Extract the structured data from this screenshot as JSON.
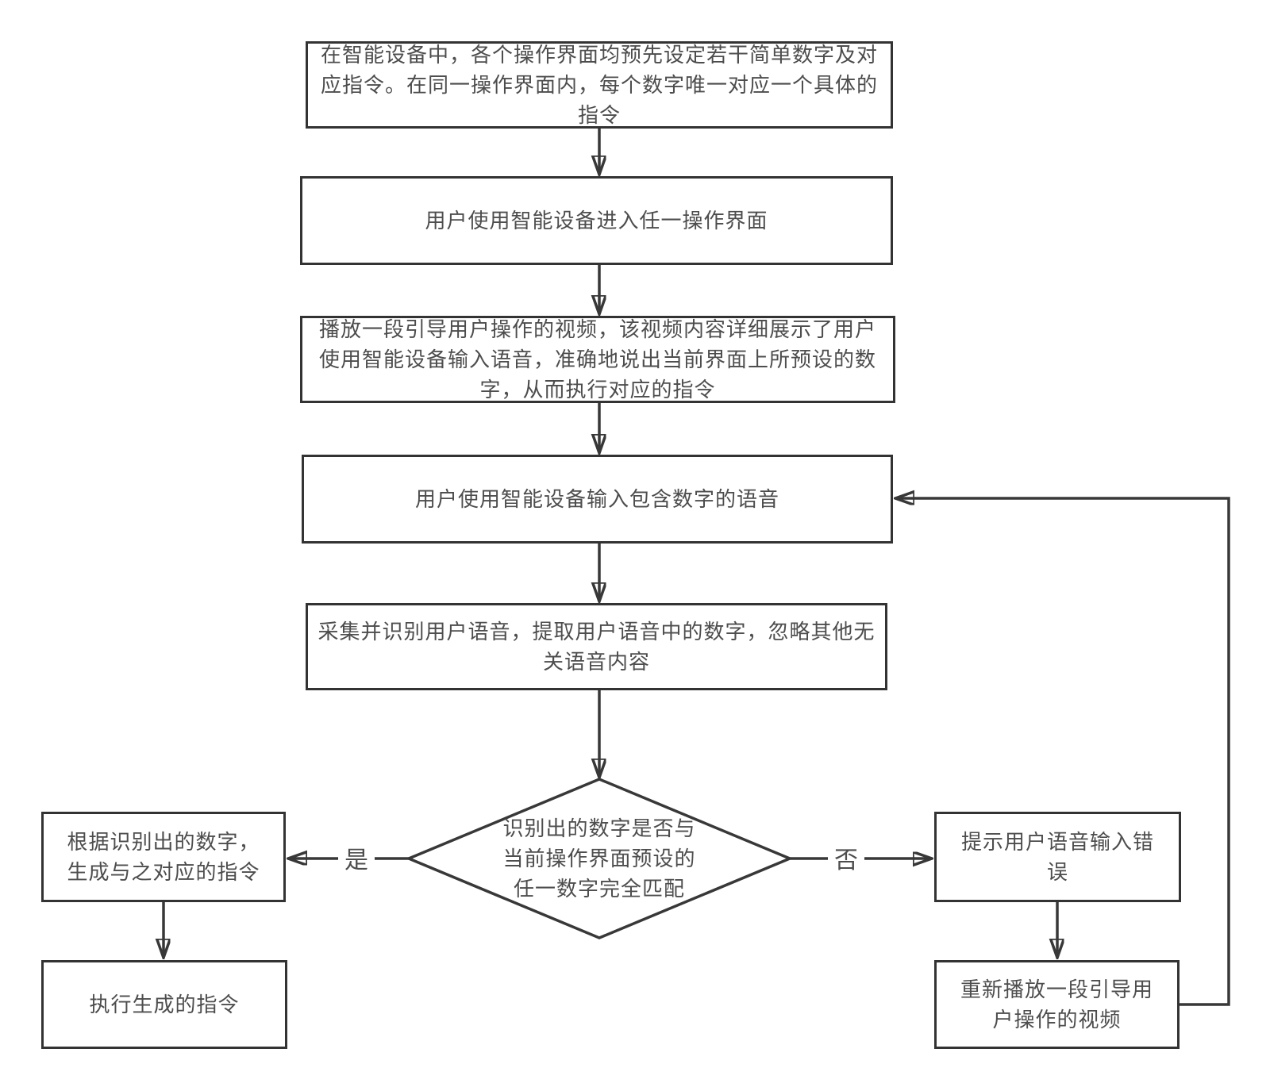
{
  "flowchart": {
    "title": "voice-number-command flow diagram",
    "nodes": {
      "preset": {
        "text": "在智能设备中，各个操作界面均预先设定若干简单数字及对\n应指令。在同一操作界面内，每个数字唯一对应一个具体的\n指令"
      },
      "enter_ui": {
        "text": "用户使用智能设备进入任一操作界面"
      },
      "play_video": {
        "text": "播放一段引导用户操作的视频，该视频内容详细展示了用户\n使用智能设备输入语音，准确地说出当前界面上所预设的数\n字，从而执行对应的指令"
      },
      "input_voice": {
        "text": "用户使用智能设备输入包含数字的语音"
      },
      "recognize": {
        "text": "采集并识别用户语音，提取用户语音中的数字，忽略其他无\n关语音内容"
      },
      "decision": {
        "text": "识别出的数字是否与\n当前操作界面预设的\n任一数字完全匹配"
      },
      "generate_cmd": {
        "text": "根据识别出的数字，\n生成与之对应的指令"
      },
      "execute_cmd": {
        "text": "执行生成的指令"
      },
      "prompt_error": {
        "text": "提示用户语音输入错\n误"
      },
      "replay_video": {
        "text": "重新播放一段引导用\n户操作的视频"
      }
    },
    "edge_labels": {
      "yes": "是",
      "no": "否"
    },
    "colors": {
      "line": "#383838",
      "border": "#333333",
      "text": "#4d4d4d",
      "background": "#ffffff"
    }
  }
}
